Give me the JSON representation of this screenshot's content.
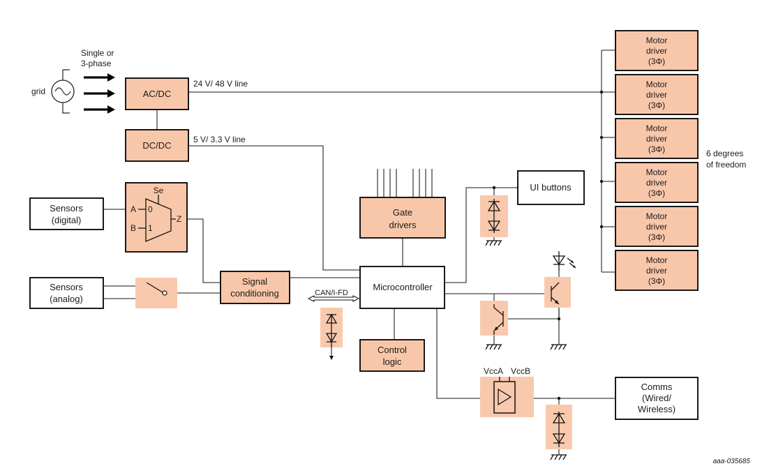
{
  "labels": {
    "grid": "grid",
    "phase_line1": "Single or",
    "phase_line2": "3-phase",
    "acdc": "AC/DC",
    "dcdc": "DC/DC",
    "line_24_48": "24 V/ 48 V line",
    "line_5_33": "5 V/ 3.3 V line",
    "sensors_digital_1": "Sensors",
    "sensors_digital_2": "(digital)",
    "sensors_analog_1": "Sensors",
    "sensors_analog_2": "(analog)",
    "mux_a": "A",
    "mux_b": "B",
    "mux_0": "0",
    "mux_1": "1",
    "mux_se": "Se",
    "mux_z": "Z",
    "signal_cond_1": "Signal",
    "signal_cond_2": "conditioning",
    "can": "CAN/I-FD",
    "gate_drivers_1": "Gate",
    "gate_drivers_2": "drivers",
    "microcontroller": "Microcontroller",
    "control_logic_1": "Control",
    "control_logic_2": "logic",
    "ui_buttons": "UI buttons",
    "vcca": "VccA",
    "vccb": "VccB",
    "comms_1": "Comms",
    "comms_2": "(Wired/",
    "comms_3": "Wireless)",
    "dof_1": "6 degrees",
    "dof_2": "of freedom",
    "figure_id": "aaa-035685"
  },
  "motor_drivers": [
    {
      "line1": "Motor",
      "line2": "driver",
      "line3": "(3Φ)"
    },
    {
      "line1": "Motor",
      "line2": "driver",
      "line3": "(3Φ)"
    },
    {
      "line1": "Motor",
      "line2": "driver",
      "line3": "(3Φ)"
    },
    {
      "line1": "Motor",
      "line2": "driver",
      "line3": "(3Φ)"
    },
    {
      "line1": "Motor",
      "line2": "driver",
      "line3": "(3Φ)"
    },
    {
      "line1": "Motor",
      "line2": "driver",
      "line3": "(3Φ)"
    }
  ],
  "colors": {
    "block_fill": "#f8c7a9",
    "highlight": "#f9c9ad",
    "stroke": "#000000"
  }
}
